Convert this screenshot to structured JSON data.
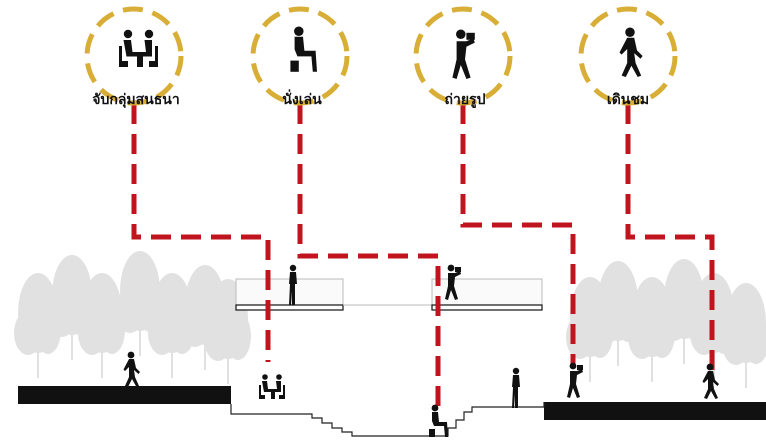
{
  "activities": [
    {
      "label": "จับกลุ่มสนธนา",
      "icon": "sitting-pair-icon"
    },
    {
      "label": "นั่งเล่น",
      "icon": "sitting-person-icon"
    },
    {
      "label": "ถ่ายรูป",
      "icon": "camera-person-icon"
    },
    {
      "label": "เดินชม",
      "icon": "walking-person-icon"
    }
  ],
  "colors": {
    "ring": "#D8AE36",
    "path": "#C0141E",
    "ground": "#111111",
    "tree": "#D9D9D9"
  }
}
